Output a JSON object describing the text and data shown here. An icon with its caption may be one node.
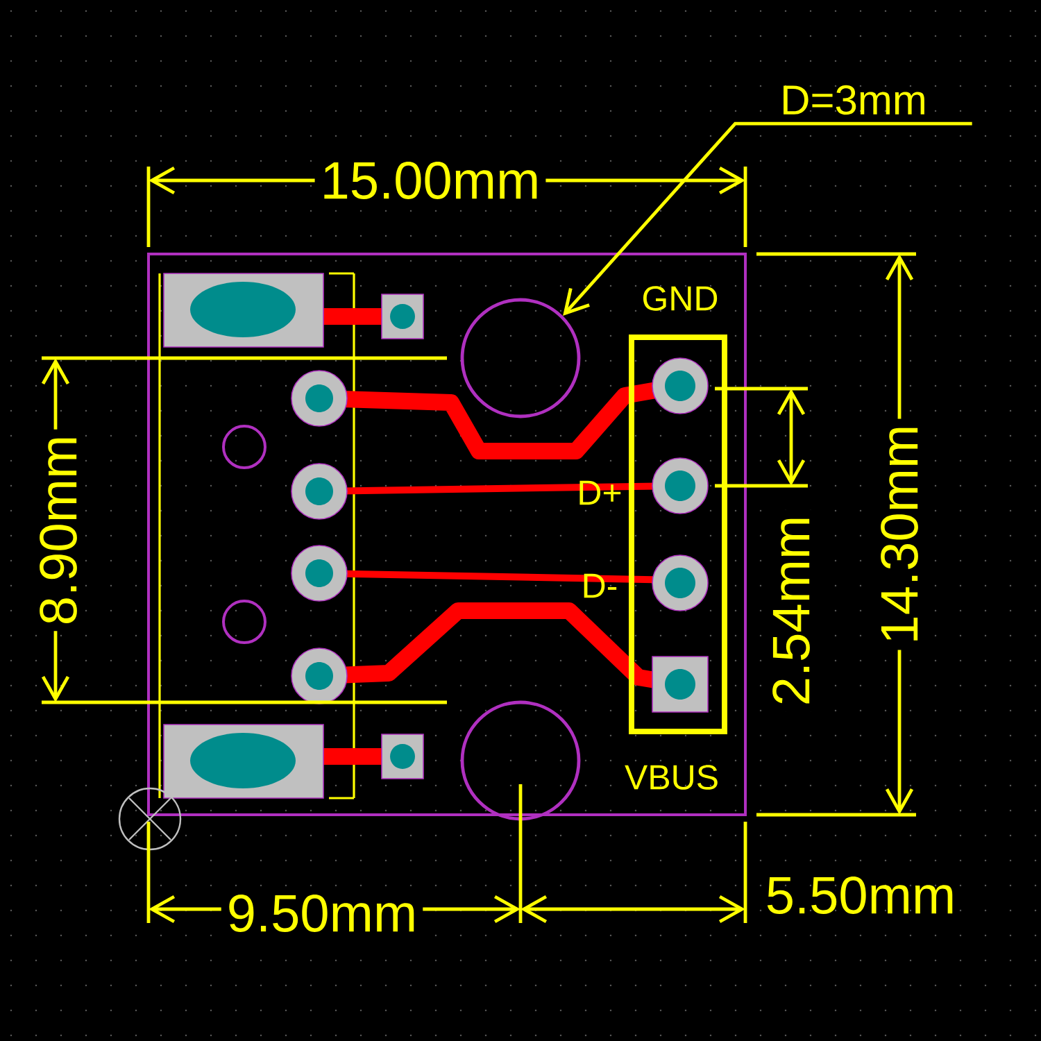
{
  "diagram": {
    "nodes": [
      {
        "text": [
          "D=3mm"
        ]
      },
      {
        "text": [],
        "shape": "circle"
      }
    ],
    "edges": [
      {
        "from": 0,
        "to": 1,
        "arrow": "to"
      }
    ],
    "labels": [
      "15.00mm",
      "GND",
      "8.90mm",
      "D+",
      "D-",
      "2.54mm",
      "14.30mm",
      "VBUS",
      "9.50mm",
      "5.50mm"
    ]
  }
}
